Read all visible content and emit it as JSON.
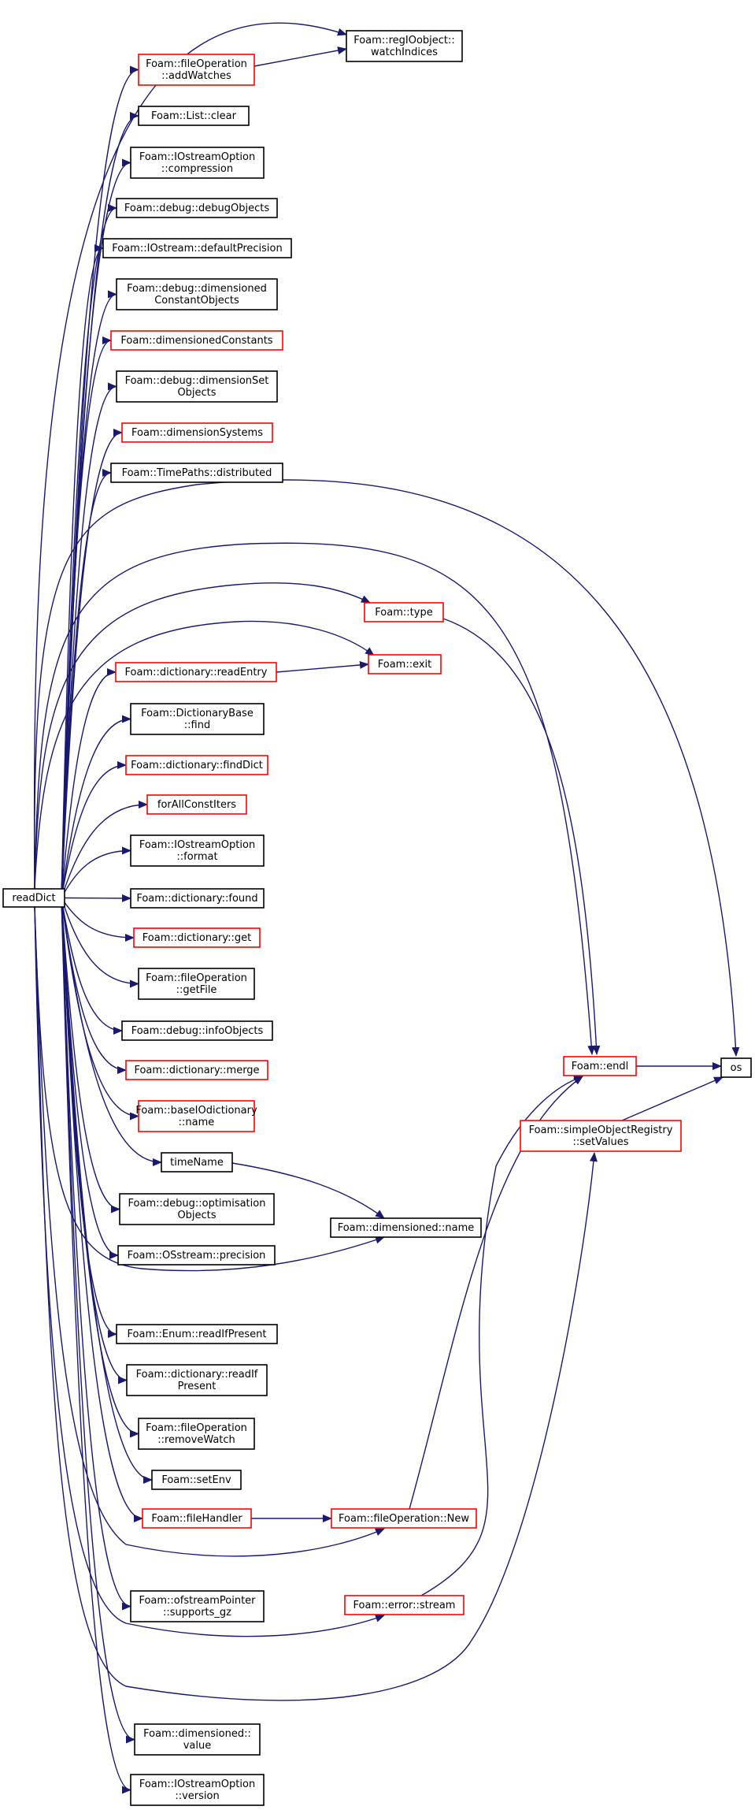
{
  "graph": {
    "edge_color": "#191970",
    "node_border_default": "#000000",
    "node_border_incomplete": "#ff0000",
    "root_fill": "#bfbfbf",
    "nodes": [
      {
        "id": "readDict",
        "lines": [
          "readDict"
        ],
        "border": "root"
      },
      {
        "id": "addWatches",
        "lines": [
          "Foam::fileOperation",
          "::addWatches"
        ],
        "border": "red"
      },
      {
        "id": "watchIndices",
        "lines": [
          "Foam::regIOobject::",
          "watchIndices"
        ],
        "border": "black"
      },
      {
        "id": "clear",
        "lines": [
          "Foam::List::clear"
        ],
        "border": "black"
      },
      {
        "id": "compression",
        "lines": [
          "Foam::IOstreamOption",
          "::compression"
        ],
        "border": "black"
      },
      {
        "id": "debugObjects",
        "lines": [
          "Foam::debug::debugObjects"
        ],
        "border": "black"
      },
      {
        "id": "defaultPrecision",
        "lines": [
          "Foam::IOstream::defaultPrecision"
        ],
        "border": "black"
      },
      {
        "id": "dimConstObjects",
        "lines": [
          "Foam::debug::dimensioned",
          "ConstantObjects"
        ],
        "border": "black"
      },
      {
        "id": "dimensionedConstants",
        "lines": [
          "Foam::dimensionedConstants"
        ],
        "border": "red"
      },
      {
        "id": "dimSetObjects",
        "lines": [
          "Foam::debug::dimensionSet",
          "Objects"
        ],
        "border": "black"
      },
      {
        "id": "dimensionSystems",
        "lines": [
          "Foam::dimensionSystems"
        ],
        "border": "red"
      },
      {
        "id": "distributed",
        "lines": [
          "Foam::TimePaths::distributed"
        ],
        "border": "black"
      },
      {
        "id": "type",
        "lines": [
          "Foam::type"
        ],
        "border": "red"
      },
      {
        "id": "readEntry",
        "lines": [
          "Foam::dictionary::readEntry"
        ],
        "border": "red"
      },
      {
        "id": "exit",
        "lines": [
          "Foam::exit"
        ],
        "border": "red"
      },
      {
        "id": "find",
        "lines": [
          "Foam::DictionaryBase",
          "::find"
        ],
        "border": "black"
      },
      {
        "id": "findDict",
        "lines": [
          "Foam::dictionary::findDict"
        ],
        "border": "red"
      },
      {
        "id": "forAllConstIters",
        "lines": [
          "forAllConstIters"
        ],
        "border": "red"
      },
      {
        "id": "format",
        "lines": [
          "Foam::IOstreamOption",
          "::format"
        ],
        "border": "black"
      },
      {
        "id": "found",
        "lines": [
          "Foam::dictionary::found"
        ],
        "border": "black"
      },
      {
        "id": "get",
        "lines": [
          "Foam::dictionary::get"
        ],
        "border": "red"
      },
      {
        "id": "getFile",
        "lines": [
          "Foam::fileOperation",
          "::getFile"
        ],
        "border": "black"
      },
      {
        "id": "infoObjects",
        "lines": [
          "Foam::debug::infoObjects"
        ],
        "border": "black"
      },
      {
        "id": "merge",
        "lines": [
          "Foam::dictionary::merge"
        ],
        "border": "red"
      },
      {
        "id": "baseName",
        "lines": [
          "Foam::baseIOdictionary",
          "::name"
        ],
        "border": "red"
      },
      {
        "id": "endl",
        "lines": [
          "Foam::endl"
        ],
        "border": "red"
      },
      {
        "id": "os",
        "lines": [
          "os"
        ],
        "border": "black"
      },
      {
        "id": "setValues",
        "lines": [
          "Foam::simpleObjectRegistry",
          "::setValues"
        ],
        "border": "red"
      },
      {
        "id": "timeName",
        "lines": [
          "timeName"
        ],
        "border": "black"
      },
      {
        "id": "optObjects",
        "lines": [
          "Foam::debug::optimisation",
          "Objects"
        ],
        "border": "black"
      },
      {
        "id": "dimName",
        "lines": [
          "Foam::dimensioned::name"
        ],
        "border": "black"
      },
      {
        "id": "precision",
        "lines": [
          "Foam::OSstream::precision"
        ],
        "border": "black"
      },
      {
        "id": "readIfPresentEnum",
        "lines": [
          "Foam::Enum::readIfPresent"
        ],
        "border": "black"
      },
      {
        "id": "readIfPresentDict",
        "lines": [
          "Foam::dictionary::readIf",
          "Present"
        ],
        "border": "black"
      },
      {
        "id": "removeWatch",
        "lines": [
          "Foam::fileOperation",
          "::removeWatch"
        ],
        "border": "black"
      },
      {
        "id": "setEnv",
        "lines": [
          "Foam::setEnv"
        ],
        "border": "black"
      },
      {
        "id": "fileHandler",
        "lines": [
          "Foam::fileHandler"
        ],
        "border": "red"
      },
      {
        "id": "New",
        "lines": [
          "Foam::fileOperation::New"
        ],
        "border": "red"
      },
      {
        "id": "supportsGz",
        "lines": [
          "Foam::ofstreamPointer",
          "::supports_gz"
        ],
        "border": "black"
      },
      {
        "id": "stream",
        "lines": [
          "Foam::error::stream"
        ],
        "border": "red"
      },
      {
        "id": "value",
        "lines": [
          "Foam::dimensioned::",
          "value"
        ],
        "border": "black"
      },
      {
        "id": "version",
        "lines": [
          "Foam::IOstreamOption",
          "::version"
        ],
        "border": "black"
      }
    ],
    "edges": [
      [
        "readDict",
        "watchIndices"
      ],
      [
        "readDict",
        "addWatches"
      ],
      [
        "addWatches",
        "watchIndices"
      ],
      [
        "readDict",
        "clear"
      ],
      [
        "readDict",
        "compression"
      ],
      [
        "readDict",
        "debugObjects"
      ],
      [
        "readDict",
        "defaultPrecision"
      ],
      [
        "readDict",
        "dimConstObjects"
      ],
      [
        "readDict",
        "dimensionedConstants"
      ],
      [
        "readDict",
        "dimSetObjects"
      ],
      [
        "readDict",
        "dimensionSystems"
      ],
      [
        "readDict",
        "distributed"
      ],
      [
        "readDict",
        "os"
      ],
      [
        "readDict",
        "endl"
      ],
      [
        "readDict",
        "type"
      ],
      [
        "readDict",
        "exit"
      ],
      [
        "readDict",
        "readEntry"
      ],
      [
        "readEntry",
        "exit"
      ],
      [
        "type",
        "endl"
      ],
      [
        "readDict",
        "find"
      ],
      [
        "readDict",
        "findDict"
      ],
      [
        "readDict",
        "forAllConstIters"
      ],
      [
        "readDict",
        "format"
      ],
      [
        "readDict",
        "found"
      ],
      [
        "readDict",
        "get"
      ],
      [
        "readDict",
        "getFile"
      ],
      [
        "readDict",
        "infoObjects"
      ],
      [
        "readDict",
        "merge"
      ],
      [
        "readDict",
        "baseName"
      ],
      [
        "endl",
        "os"
      ],
      [
        "setValues",
        "os"
      ],
      [
        "readDict",
        "timeName"
      ],
      [
        "timeName",
        "dimName"
      ],
      [
        "readDict",
        "optObjects"
      ],
      [
        "readDict",
        "dimName"
      ],
      [
        "readDict",
        "precision"
      ],
      [
        "readDict",
        "readIfPresentEnum"
      ],
      [
        "readDict",
        "readIfPresentDict"
      ],
      [
        "readDict",
        "removeWatch"
      ],
      [
        "readDict",
        "setEnv"
      ],
      [
        "readDict",
        "fileHandler"
      ],
      [
        "fileHandler",
        "New"
      ],
      [
        "readDict",
        "New"
      ],
      [
        "New",
        "endl"
      ],
      [
        "readDict",
        "supportsGz"
      ],
      [
        "readDict",
        "stream"
      ],
      [
        "stream",
        "endl"
      ],
      [
        "readDict",
        "setValues"
      ],
      [
        "readDict",
        "value"
      ],
      [
        "readDict",
        "version"
      ]
    ]
  }
}
